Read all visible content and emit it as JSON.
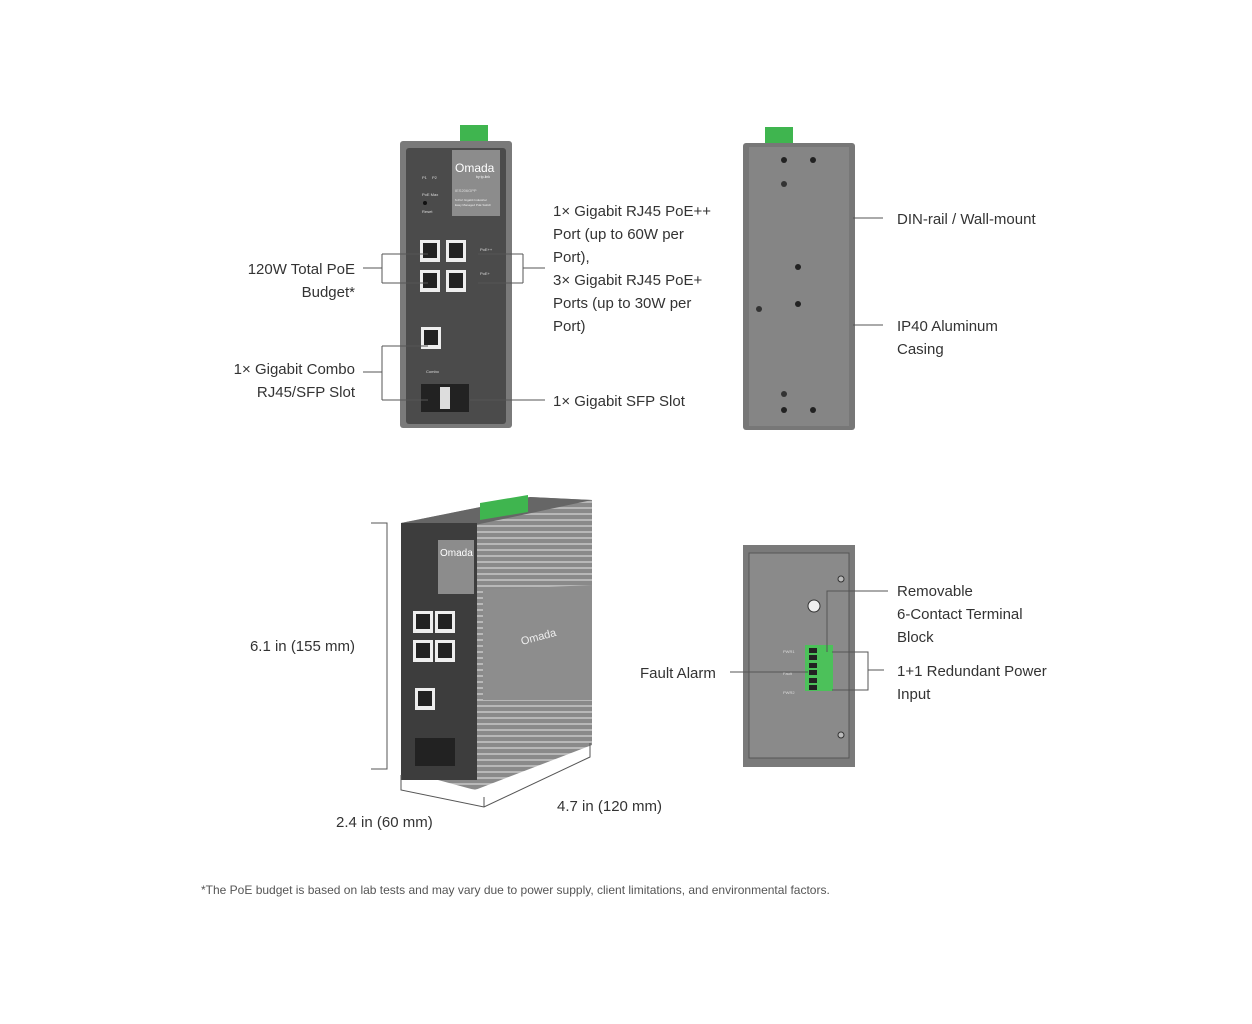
{
  "front_view": {
    "brand": "Omada",
    "brand_sub": "by tp-link",
    "model": "IES206GPP",
    "description_1": "6-Port Gigabit Industrial",
    "description_2": "Easy Managed PoE Switch",
    "led_p1": "P1",
    "led_p2": "P2",
    "poe_max": "PoE Max",
    "reset": "Reset",
    "poe_plus_plus": "PoE++",
    "poe_plus": "PoE+",
    "combo": "Combo"
  },
  "bottom_view": {
    "pwr1": "PWR1",
    "fault": "Fault",
    "pwr2": "PWR2"
  },
  "callouts": {
    "poe_budget": [
      "120W Total PoE",
      "Budget*"
    ],
    "rj45_ports": [
      "1× Gigabit RJ45 PoE++",
      "Port (up to 60W per",
      "Port),",
      "3× Gigabit RJ45 PoE+",
      "Ports (up to 30W per",
      "Port)"
    ],
    "combo_slot": [
      "1× Gigabit Combo",
      "RJ45/SFP Slot"
    ],
    "sfp_slot": "1× Gigabit SFP Slot",
    "mount": "DIN-rail / Wall-mount",
    "casing": [
      "IP40 Aluminum",
      "Casing"
    ],
    "height": "6.1  in (155  mm)",
    "width": "2.4 in (60 mm)",
    "depth": "4.7  in (120 mm)",
    "fault_alarm": "Fault Alarm",
    "terminal_block": [
      "Removable",
      "6-Contact Terminal",
      "Block"
    ],
    "redundant_power": [
      "1+1 Redundant Power",
      "Input"
    ]
  },
  "footnote": "*The PoE budget is based on lab tests and may vary due to power supply, client limitations, and environmental factors.",
  "colors": {
    "case": "#6e6e6e",
    "panel": "#4a4a4a",
    "terminal": "#4cc15a",
    "text": "#333333"
  }
}
